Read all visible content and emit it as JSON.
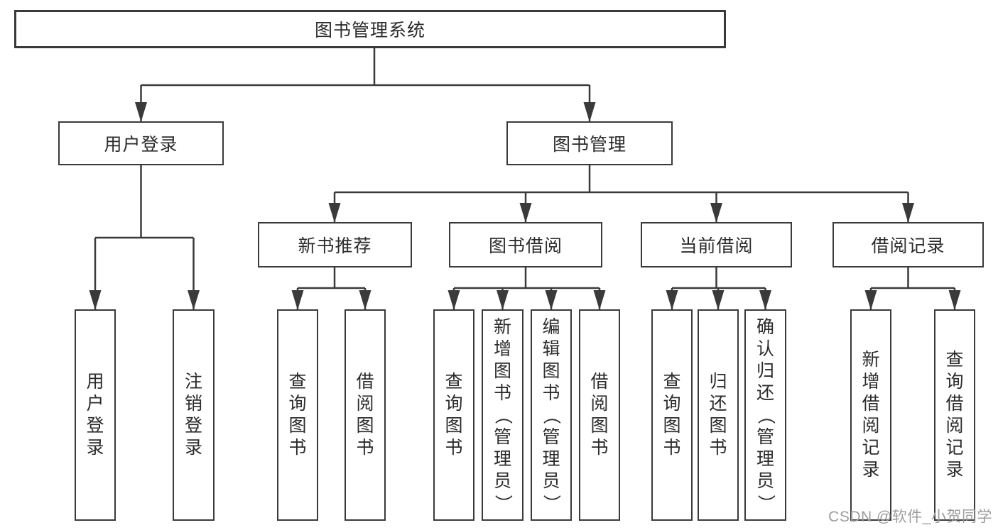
{
  "diagram": {
    "root": {
      "label": "图书管理系统"
    },
    "level2": {
      "user_login": {
        "label": "用户登录"
      },
      "book_mgmt": {
        "label": "图书管理"
      }
    },
    "level3": {
      "new_book_rec": {
        "label": "新书推荐"
      },
      "book_borrow": {
        "label": "图书借阅"
      },
      "current_borrow": {
        "label": "当前借阅"
      },
      "borrow_records": {
        "label": "借阅记录"
      }
    },
    "leaves": {
      "user_login": {
        "label": "用户登录"
      },
      "logout": {
        "label": "注销登录"
      },
      "rec_query_book": {
        "label": "查询图书"
      },
      "rec_borrow_book": {
        "label": "借阅图书"
      },
      "bor_query_book": {
        "label": "查询图书"
      },
      "bor_add_book": {
        "label": "新增图书（管理员）"
      },
      "bor_edit_book": {
        "label": "编辑图书（管理员）"
      },
      "bor_borrow_book": {
        "label": "借阅图书"
      },
      "cur_query_book": {
        "label": "查询图书"
      },
      "cur_return_book": {
        "label": "归还图书"
      },
      "cur_confirm_return": {
        "label": "确认归还（管理员）"
      },
      "log_add_record": {
        "label": "新增借阅记录"
      },
      "log_query_record": {
        "label": "查询借阅记录"
      }
    },
    "hierarchy": {
      "图书管理系统": {
        "用户登录": [
          "用户登录",
          "注销登录"
        ],
        "图书管理": {
          "新书推荐": [
            "查询图书",
            "借阅图书"
          ],
          "图书借阅": [
            "查询图书",
            "新增图书（管理员）",
            "编辑图书（管理员）",
            "借阅图书"
          ],
          "当前借阅": [
            "查询图书",
            "归还图书",
            "确认归还（管理员）"
          ],
          "借阅记录": [
            "新增借阅记录",
            "查询借阅记录"
          ]
        }
      }
    }
  },
  "watermark": {
    "text": "CSDN @软件_小贺同学"
  },
  "colors": {
    "line": "#3a3a3a",
    "border": "#3a3a3a",
    "text": "#2b2b2b",
    "watermark": "#9c9c9c",
    "background": "#ffffff"
  }
}
